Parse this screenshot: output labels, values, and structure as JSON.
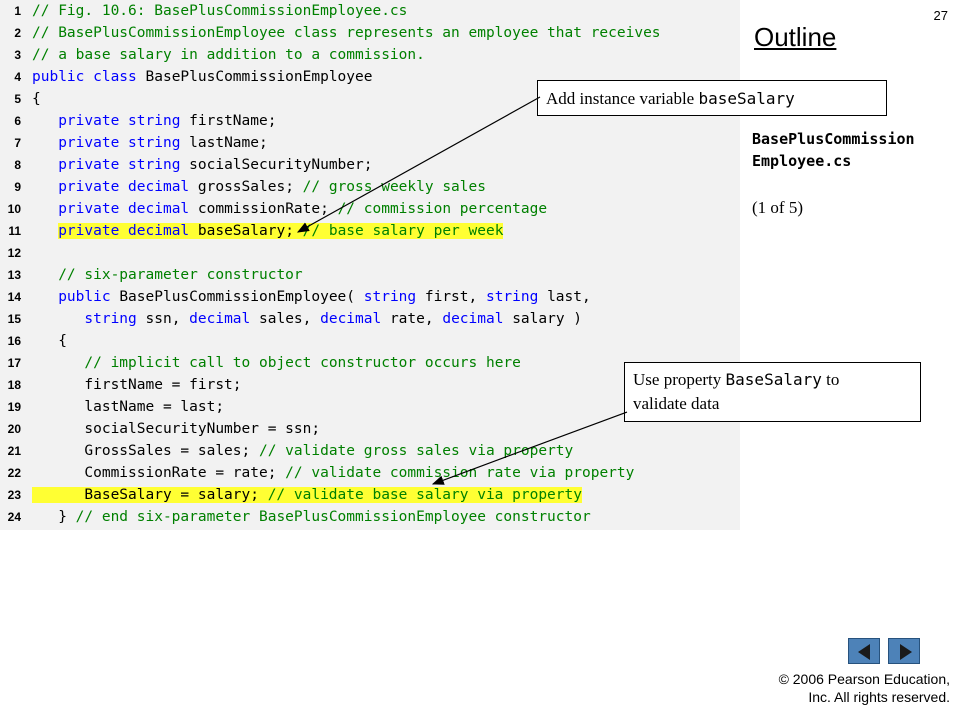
{
  "slide": {
    "page_number": "27",
    "outline_title": "Outline",
    "file_name_line1": "BasePlusCommission",
    "file_name_line2": "Employee.cs",
    "page_of": "(1 of 5)",
    "copyright_line1": "© 2006 Pearson Education,",
    "copyright_line2": "Inc.  All rights reserved."
  },
  "callouts": {
    "one": {
      "text": "Add instance variable ",
      "code": "baseSalary"
    },
    "two": {
      "text_before": "Use property ",
      "code": "BaseSalary",
      "text_after": " to",
      "line2": "validate data"
    }
  },
  "nav": {
    "prev_icon": "triangle-left-icon",
    "next_icon": "triangle-right-icon"
  },
  "colors": {
    "comment": "#008000",
    "keyword": "#0000ff",
    "highlight": "#ffff33",
    "nav_button": "#4d82b8"
  },
  "code_lines": [
    {
      "num": "1",
      "highlight": false,
      "tokens": [
        [
          "c",
          "// Fig. 10.6: BasePlusCommissionEmployee.cs"
        ]
      ]
    },
    {
      "num": "2",
      "highlight": false,
      "tokens": [
        [
          "c",
          "// BasePlusCommissionEmployee class represents an employee that receives"
        ]
      ]
    },
    {
      "num": "3",
      "highlight": false,
      "tokens": [
        [
          "c",
          "// a base salary in addition to a commission."
        ]
      ]
    },
    {
      "num": "4",
      "highlight": false,
      "tokens": [
        [
          "k",
          "public class "
        ],
        [
          "n",
          "BasePlusCommissionEmployee"
        ]
      ]
    },
    {
      "num": "5",
      "highlight": false,
      "tokens": [
        [
          "n",
          "{"
        ]
      ]
    },
    {
      "num": "6",
      "highlight": false,
      "tokens": [
        [
          "n",
          "   "
        ],
        [
          "k",
          "private string "
        ],
        [
          "n",
          "firstName;"
        ]
      ]
    },
    {
      "num": "7",
      "highlight": false,
      "tokens": [
        [
          "n",
          "   "
        ],
        [
          "k",
          "private string "
        ],
        [
          "n",
          "lastName;"
        ]
      ]
    },
    {
      "num": "8",
      "highlight": false,
      "tokens": [
        [
          "n",
          "   "
        ],
        [
          "k",
          "private string "
        ],
        [
          "n",
          "socialSecurityNumber;"
        ]
      ]
    },
    {
      "num": "9",
      "highlight": false,
      "tokens": [
        [
          "n",
          "   "
        ],
        [
          "k",
          "private decimal "
        ],
        [
          "n",
          "grossSales; "
        ],
        [
          "c",
          "// gross weekly sales"
        ]
      ]
    },
    {
      "num": "10",
      "highlight": false,
      "tokens": [
        [
          "n",
          "   "
        ],
        [
          "k",
          "private decimal "
        ],
        [
          "n",
          "commissionRate; "
        ],
        [
          "c",
          "// commission percentage"
        ]
      ]
    },
    {
      "num": "11",
      "highlight": true,
      "tokens": [
        [
          "n",
          "   "
        ],
        [
          "k",
          "private decimal "
        ],
        [
          "n",
          "baseSalary; "
        ],
        [
          "c",
          "// base salary per week"
        ]
      ]
    },
    {
      "num": "12",
      "highlight": false,
      "tokens": [
        [
          "n",
          ""
        ]
      ]
    },
    {
      "num": "13",
      "highlight": false,
      "tokens": [
        [
          "n",
          "   "
        ],
        [
          "c",
          "// six-parameter constructor"
        ]
      ]
    },
    {
      "num": "14",
      "highlight": false,
      "tokens": [
        [
          "n",
          "   "
        ],
        [
          "k",
          "public "
        ],
        [
          "n",
          "BasePlusCommissionEmployee( "
        ],
        [
          "k",
          "string "
        ],
        [
          "n",
          "first, "
        ],
        [
          "k",
          "string "
        ],
        [
          "n",
          "last,"
        ]
      ]
    },
    {
      "num": "15",
      "highlight": false,
      "tokens": [
        [
          "n",
          "      "
        ],
        [
          "k",
          "string "
        ],
        [
          "n",
          "ssn, "
        ],
        [
          "k",
          "decimal "
        ],
        [
          "n",
          "sales, "
        ],
        [
          "k",
          "decimal "
        ],
        [
          "n",
          "rate, "
        ],
        [
          "k",
          "decimal "
        ],
        [
          "n",
          "salary )"
        ]
      ]
    },
    {
      "num": "16",
      "highlight": false,
      "tokens": [
        [
          "n",
          "   {"
        ]
      ]
    },
    {
      "num": "17",
      "highlight": false,
      "tokens": [
        [
          "n",
          "      "
        ],
        [
          "c",
          "// implicit call to object constructor occurs here"
        ]
      ]
    },
    {
      "num": "18",
      "highlight": false,
      "tokens": [
        [
          "n",
          "      firstName = first;"
        ]
      ]
    },
    {
      "num": "19",
      "highlight": false,
      "tokens": [
        [
          "n",
          "      lastName = last;"
        ]
      ]
    },
    {
      "num": "20",
      "highlight": false,
      "tokens": [
        [
          "n",
          "      socialSecurityNumber = ssn;"
        ]
      ]
    },
    {
      "num": "21",
      "highlight": false,
      "tokens": [
        [
          "n",
          "      GrossSales = sales; "
        ],
        [
          "c",
          "// validate gross sales via property"
        ]
      ]
    },
    {
      "num": "22",
      "highlight": false,
      "tokens": [
        [
          "n",
          "      CommissionRate = rate; "
        ],
        [
          "c",
          "// validate commission rate via property"
        ]
      ]
    },
    {
      "num": "23",
      "highlight": true,
      "tokens": [
        [
          "n",
          "      BaseSalary = salary; "
        ],
        [
          "c",
          "// validate base salary via property"
        ]
      ]
    },
    {
      "num": "24",
      "highlight": false,
      "tokens": [
        [
          "n",
          "   } "
        ],
        [
          "c",
          "// end six-parameter BasePlusCommissionEmployee constructor"
        ]
      ]
    }
  ]
}
